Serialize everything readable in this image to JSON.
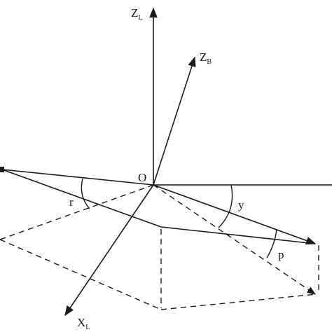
{
  "labels": {
    "origin": "O",
    "zl_main": "Z",
    "zl_sub": "L",
    "zb_main": "Z",
    "zb_sub": "B",
    "xl_main": "X",
    "xl_sub": "L",
    "roll": "r",
    "yaw": "y",
    "pitch": "p"
  }
}
